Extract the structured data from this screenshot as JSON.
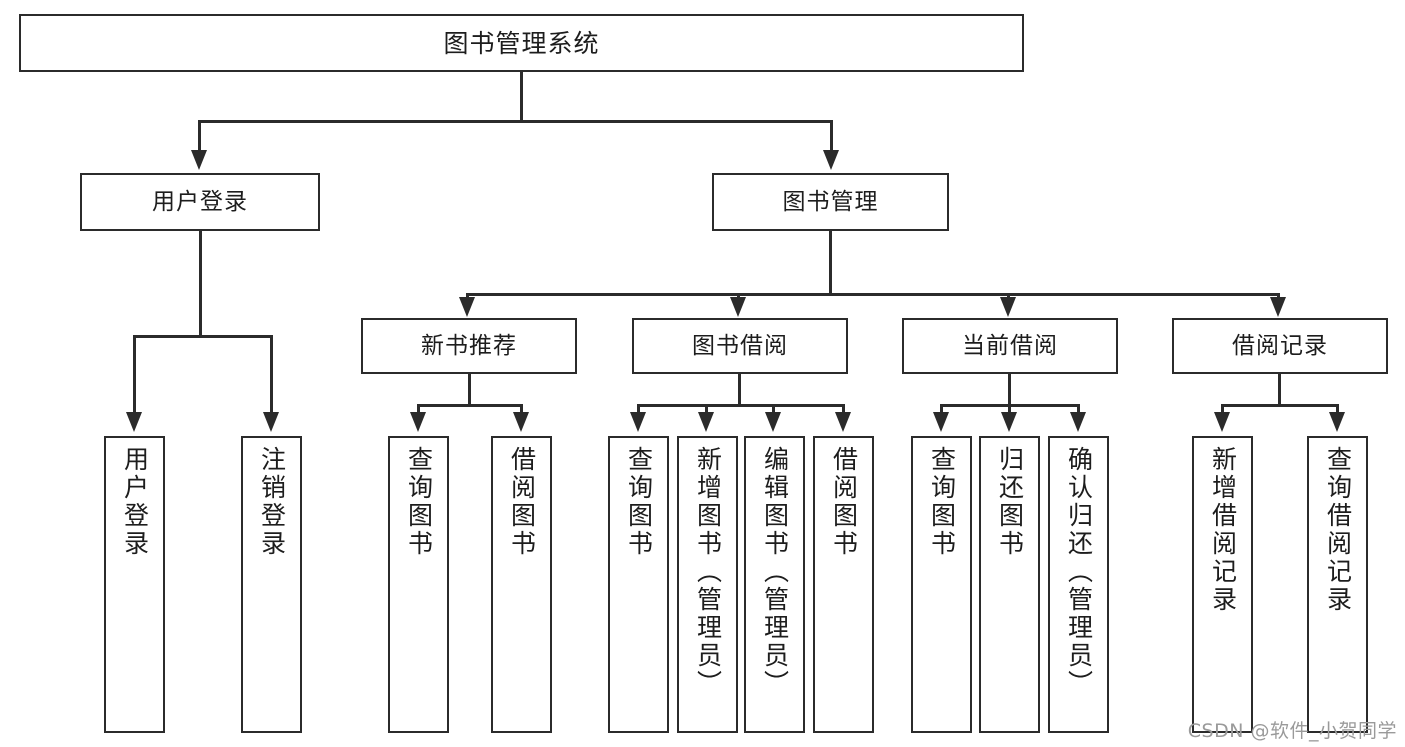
{
  "diagram": {
    "title": "图书管理系统",
    "type": "tree-hierarchy",
    "root": {
      "label": "图书管理系统"
    },
    "level1": [
      {
        "label": "用户登录"
      },
      {
        "label": "图书管理"
      }
    ],
    "level2": [
      {
        "label": "新书推荐"
      },
      {
        "label": "图书借阅"
      },
      {
        "label": "当前借阅"
      },
      {
        "label": "借阅记录"
      }
    ],
    "leaves": {
      "user_login": [
        {
          "label": "用户登录"
        },
        {
          "label": "注销登录"
        }
      ],
      "new_book_recommend": [
        {
          "label": "查询图书"
        },
        {
          "label": "借阅图书"
        }
      ],
      "book_borrow": [
        {
          "label": "查询图书"
        },
        {
          "label": "新增图书（管理员）"
        },
        {
          "label": "编辑图书（管理员）"
        },
        {
          "label": "借阅图书"
        }
      ],
      "current_borrow": [
        {
          "label": "查询图书"
        },
        {
          "label": "归还图书"
        },
        {
          "label": "确认归还（管理员）"
        }
      ],
      "borrow_records": [
        {
          "label": "新增借阅记录"
        },
        {
          "label": "查询借阅记录"
        }
      ]
    }
  },
  "watermark": {
    "text": "CSDN @软件_小贺同学"
  },
  "colors": {
    "stroke": "#2b2b2b",
    "text": "#1d1d1d",
    "background": "#ffffff",
    "watermark": "#9a9a9a"
  }
}
